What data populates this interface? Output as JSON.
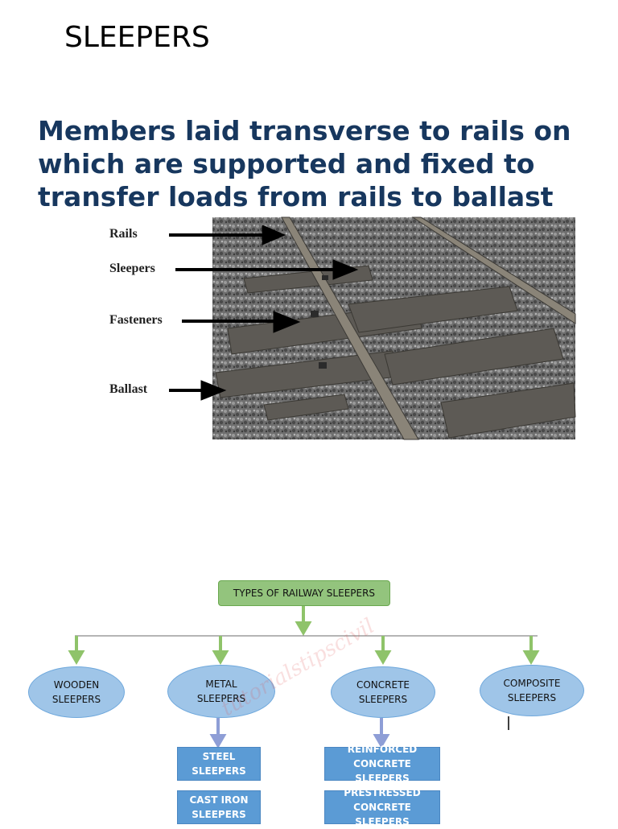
{
  "slide": {
    "title": "SLEEPERS",
    "body": "Members laid transverse to rails on which are supported and fixed to transfer loads from rails to ballast"
  },
  "figure": {
    "labels": [
      "Rails",
      "Sleepers",
      "Fasteners",
      "Ballast"
    ]
  },
  "diagram": {
    "root": "TYPES OF RAILWAY SLEEPERS",
    "types": [
      "WOODEN\nSLEEPERS",
      "METAL\nSLEEPERS",
      "CONCRETE\nSLEEPERS",
      "COMPOSITE\nSLEEPERS"
    ],
    "metal_subtypes": [
      "STEEL\nSLEEPERS",
      "CAST IRON\nSLEEPERS"
    ],
    "concrete_subtypes": [
      "REINFORCED\nCONCRETE SLEEPERS",
      "PRESTRESSED\nCONCRETE SLEEPERS"
    ],
    "colors": {
      "root": "#93c47d",
      "oval": "#9fc5e8",
      "sub": "#5b9bd5",
      "arrow": "#8fc36a"
    }
  },
  "watermark": "tutorialstipscivil"
}
